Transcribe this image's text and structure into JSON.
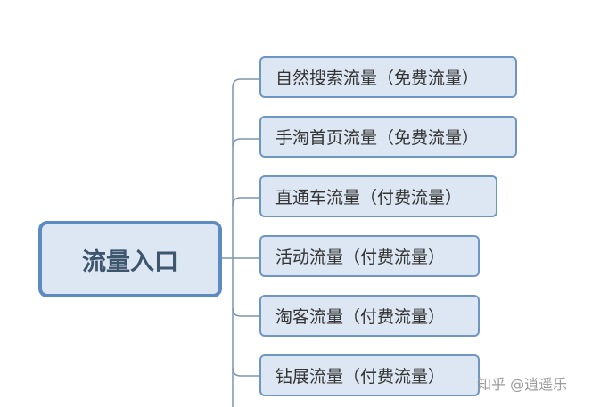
{
  "root": {
    "label": "流量入口"
  },
  "children": [
    {
      "label": "自然搜索流量（免费流量）"
    },
    {
      "label": "手淘首页流量（免费流量）"
    },
    {
      "label": "直通车流量（付费流量）"
    },
    {
      "label": "活动流量（付费流量）"
    },
    {
      "label": "淘客流量（付费流量）"
    },
    {
      "label": "钻展流量（付费流量）"
    }
  ],
  "watermark": "知乎 @逍遥乐",
  "colors": {
    "border": "#5b8bc1",
    "fill": "#dde7f3",
    "line": "#7d95ad"
  }
}
